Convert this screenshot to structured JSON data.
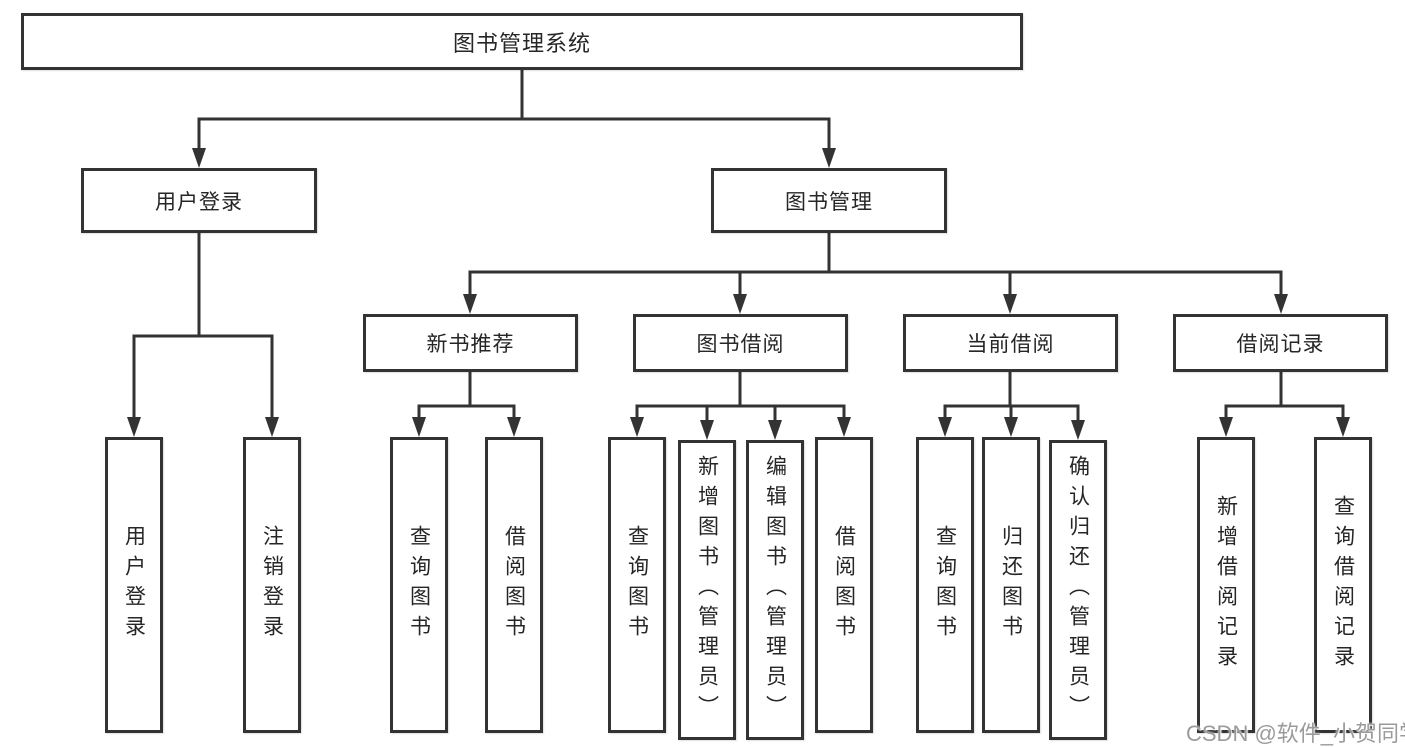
{
  "tree": {
    "label": "图书管理系统",
    "children": [
      {
        "label": "用户登录",
        "children": [
          {
            "label": "用户登录"
          },
          {
            "label": "注销登录"
          }
        ]
      },
      {
        "label": "图书管理",
        "children": [
          {
            "label": "新书推荐",
            "children": [
              {
                "label": "查询图书"
              },
              {
                "label": "借阅图书"
              }
            ]
          },
          {
            "label": "图书借阅",
            "children": [
              {
                "label": "查询图书"
              },
              {
                "label": "新增图书（管理员）"
              },
              {
                "label": "编辑图书（管理员）"
              },
              {
                "label": "借阅图书"
              }
            ]
          },
          {
            "label": "当前借阅",
            "children": [
              {
                "label": "查询图书"
              },
              {
                "label": "归还图书"
              },
              {
                "label": "确认归还（管理员）"
              }
            ]
          },
          {
            "label": "借阅记录",
            "children": [
              {
                "label": "新增借阅记录"
              },
              {
                "label": "查询借阅记录"
              }
            ]
          }
        ]
      }
    ]
  },
  "watermark": {
    "text": "CSDN @软件_小贺同学"
  },
  "colors": {
    "line": "#333333",
    "box_border": "#333333",
    "box_bg": "#ffffff",
    "text": "#262626",
    "watermark": "#9b9b9b",
    "background": "#ffffff"
  }
}
